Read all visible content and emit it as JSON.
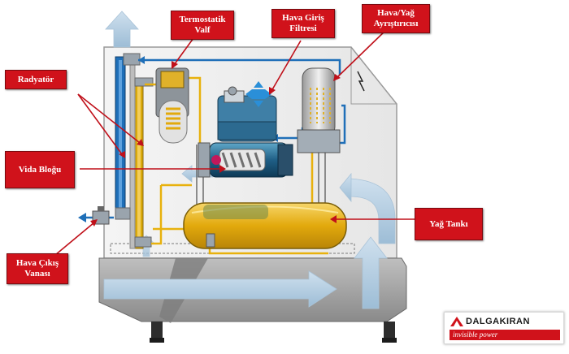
{
  "labels": {
    "thermostatic_valve": [
      "Termostatik",
      "Valf"
    ],
    "air_intake_filter": [
      "Hava Giriş",
      "Filtresi"
    ],
    "air_oil_separator": [
      "Hava/Yağ",
      "Ayrıştırıcısı"
    ],
    "radiator": "Radyatör",
    "screw_block": "Vida Bloğu",
    "oil_tank": "Yağ Tankı",
    "air_outlet_valve": [
      "Hava Çıkış",
      "Vanası"
    ]
  },
  "brand": {
    "name": "DALGAKIRAN",
    "tagline": "invisible power"
  },
  "colors": {
    "label_red": "#d0121b",
    "leader_red": "#c0101a",
    "oil_yellow": "#e8b10d",
    "air_blue": "#1f6fb8",
    "frame_grey": "#b5b5b5"
  }
}
